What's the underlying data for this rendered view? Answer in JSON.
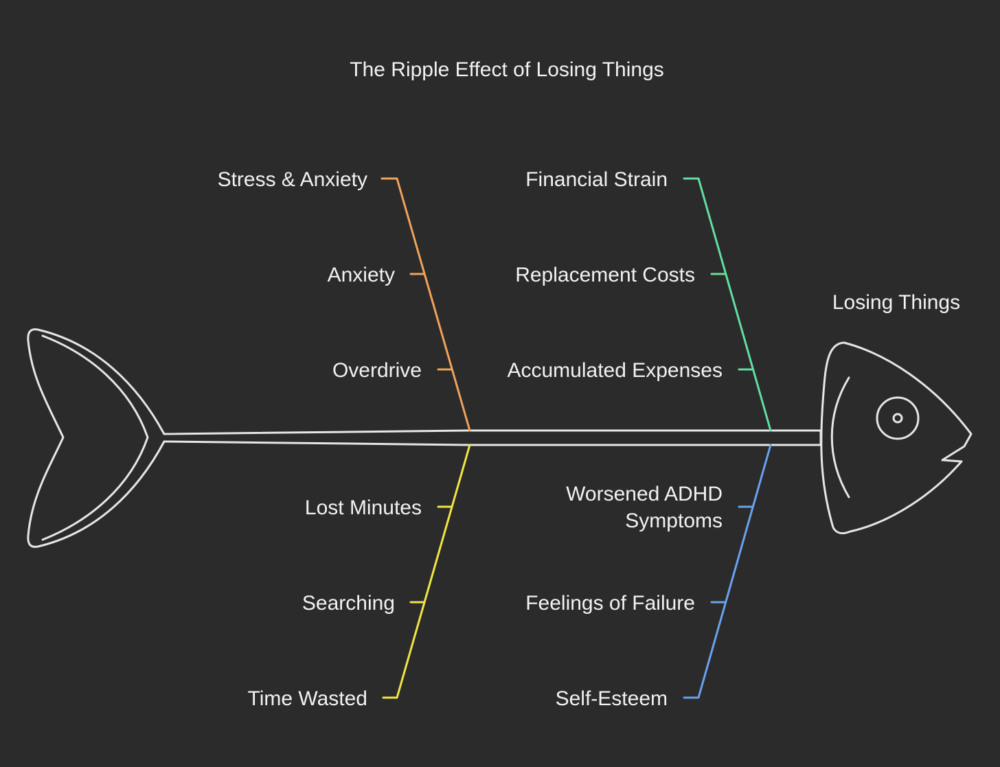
{
  "title": "The Ripple Effect of Losing Things",
  "effect": "Losing Things",
  "colors": {
    "background": "#2b2b2b",
    "outline": "#e6e6e6",
    "stress": "#f0a35a",
    "finance": "#62e0a0",
    "time": "#f2e642",
    "esteem": "#6aa2ef"
  },
  "categories": {
    "stress": {
      "label": "Stress & Anxiety",
      "causes": [
        "Anxiety",
        "Overdrive"
      ]
    },
    "finance": {
      "label": "Financial Strain",
      "causes": [
        "Replacement Costs",
        "Accumulated Expenses"
      ]
    },
    "time": {
      "label": "Time Wasted",
      "causes": [
        "Lost Minutes",
        "Searching"
      ]
    },
    "esteem": {
      "label": "Self-Esteem",
      "causes": [
        "Worsened ADHD",
        "Symptoms",
        "Feelings of Failure"
      ]
    }
  }
}
